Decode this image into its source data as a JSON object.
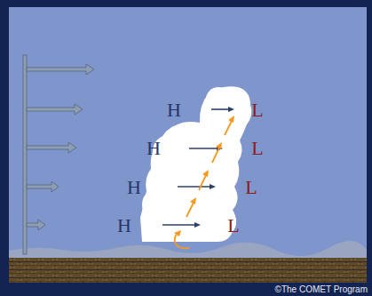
{
  "diagram": {
    "labels": [
      "H",
      "L",
      "H",
      "L",
      "H",
      "L",
      "H",
      "L",
      "©The COMET Program"
    ]
  }
}
